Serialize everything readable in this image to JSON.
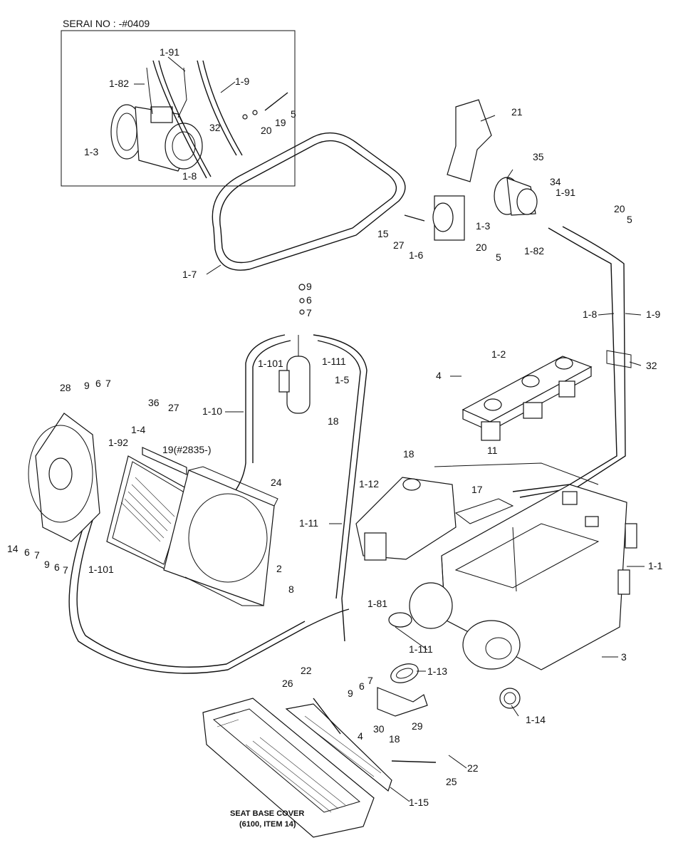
{
  "header": {
    "serial": "SERAI NO : -#0409"
  },
  "caption": {
    "line1": "SEAT BASE COVER",
    "line2": "(6100, ITEM 14)"
  },
  "callouts": [
    {
      "id": "c1",
      "text": "1-91"
    },
    {
      "id": "c2",
      "text": "1-82"
    },
    {
      "id": "c3",
      "text": "1-9"
    },
    {
      "id": "c4",
      "text": "5"
    },
    {
      "id": "c5",
      "text": "19"
    },
    {
      "id": "c6",
      "text": "20"
    },
    {
      "id": "c7",
      "text": "32"
    },
    {
      "id": "c8",
      "text": "1-3"
    },
    {
      "id": "c9",
      "text": "1-8"
    },
    {
      "id": "c10",
      "text": "21"
    },
    {
      "id": "c11",
      "text": "35"
    },
    {
      "id": "c12",
      "text": "34"
    },
    {
      "id": "c13",
      "text": "1-91"
    },
    {
      "id": "c14",
      "text": "20"
    },
    {
      "id": "c15",
      "text": "5"
    },
    {
      "id": "c16",
      "text": "15"
    },
    {
      "id": "c17",
      "text": "27"
    },
    {
      "id": "c18",
      "text": "1-3"
    },
    {
      "id": "c19",
      "text": "1-6"
    },
    {
      "id": "c20",
      "text": "20"
    },
    {
      "id": "c21",
      "text": "5"
    },
    {
      "id": "c22",
      "text": "1-82"
    },
    {
      "id": "c23",
      "text": "1-7"
    },
    {
      "id": "c24",
      "text": "9"
    },
    {
      "id": "c25",
      "text": "6"
    },
    {
      "id": "c26",
      "text": "7"
    },
    {
      "id": "c27",
      "text": "1-8"
    },
    {
      "id": "c28",
      "text": "1-9"
    },
    {
      "id": "c29",
      "text": "1-101"
    },
    {
      "id": "c30",
      "text": "1-111"
    },
    {
      "id": "c31",
      "text": "1-5"
    },
    {
      "id": "c32",
      "text": "18"
    },
    {
      "id": "c33",
      "text": "1-2"
    },
    {
      "id": "c34",
      "text": "4"
    },
    {
      "id": "c35",
      "text": "32"
    },
    {
      "id": "c36",
      "text": "28"
    },
    {
      "id": "c37",
      "text": "9"
    },
    {
      "id": "c38",
      "text": "6"
    },
    {
      "id": "c39",
      "text": "7"
    },
    {
      "id": "c40",
      "text": "36"
    },
    {
      "id": "c41",
      "text": "27"
    },
    {
      "id": "c42",
      "text": "1-10"
    },
    {
      "id": "c43",
      "text": "1-4"
    },
    {
      "id": "c44",
      "text": "19(#2835-)"
    },
    {
      "id": "c45",
      "text": "1-92"
    },
    {
      "id": "c46",
      "text": "24"
    },
    {
      "id": "c47",
      "text": "18"
    },
    {
      "id": "c48",
      "text": "11"
    },
    {
      "id": "c49",
      "text": "1-12"
    },
    {
      "id": "c50",
      "text": "17"
    },
    {
      "id": "c51",
      "text": "14"
    },
    {
      "id": "c52",
      "text": "6"
    },
    {
      "id": "c53",
      "text": "7"
    },
    {
      "id": "c54",
      "text": "9"
    },
    {
      "id": "c55",
      "text": "6"
    },
    {
      "id": "c56",
      "text": "7"
    },
    {
      "id": "c57",
      "text": "1-101"
    },
    {
      "id": "c58",
      "text": "1-11"
    },
    {
      "id": "c59",
      "text": "2"
    },
    {
      "id": "c60",
      "text": "1-1"
    },
    {
      "id": "c61",
      "text": "8"
    },
    {
      "id": "c62",
      "text": "1-81"
    },
    {
      "id": "c63",
      "text": "1-111"
    },
    {
      "id": "c64",
      "text": "3"
    },
    {
      "id": "c65",
      "text": "9"
    },
    {
      "id": "c66",
      "text": "6"
    },
    {
      "id": "c67",
      "text": "7"
    },
    {
      "id": "c68",
      "text": "1-13"
    },
    {
      "id": "c69",
      "text": "22"
    },
    {
      "id": "c70",
      "text": "26"
    },
    {
      "id": "c71",
      "text": "29"
    },
    {
      "id": "c72",
      "text": "4"
    },
    {
      "id": "c73",
      "text": "30"
    },
    {
      "id": "c74",
      "text": "18"
    },
    {
      "id": "c75",
      "text": "1-14"
    },
    {
      "id": "c76",
      "text": "22"
    },
    {
      "id": "c77",
      "text": "25"
    },
    {
      "id": "c78",
      "text": "1-15"
    }
  ]
}
